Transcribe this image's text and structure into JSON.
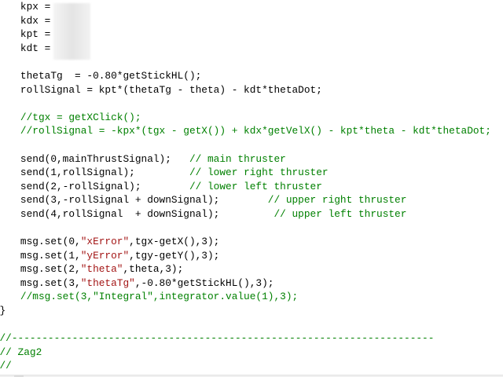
{
  "editor": {
    "lines": [
      {
        "indent": "    ",
        "parts": [
          {
            "t": "kpx = ",
            "c": ""
          }
        ]
      },
      {
        "indent": "    ",
        "parts": [
          {
            "t": "kdx = ",
            "c": ""
          }
        ]
      },
      {
        "indent": "    ",
        "parts": [
          {
            "t": "kpt = ",
            "c": ""
          }
        ]
      },
      {
        "indent": "    ",
        "parts": [
          {
            "t": "kdt = ",
            "c": ""
          }
        ]
      },
      {
        "indent": "",
        "parts": []
      },
      {
        "indent": "    ",
        "parts": [
          {
            "t": "thetaTg  = -0.80*getStickHL();",
            "c": ""
          }
        ]
      },
      {
        "indent": "    ",
        "parts": [
          {
            "t": "rollSignal = kpt*(thetaTg - theta) - kdt*thetaDot;",
            "c": ""
          }
        ]
      },
      {
        "indent": "",
        "parts": []
      },
      {
        "indent": "    ",
        "parts": [
          {
            "t": "//tgx = getXClick();",
            "c": "cm"
          }
        ]
      },
      {
        "indent": "    ",
        "parts": [
          {
            "t": "//rollSignal = -kpx*(tgx - getX()) + kdx*getVelX() - kpt*theta - kdt*thetaDot;",
            "c": "cm"
          }
        ]
      },
      {
        "indent": "",
        "parts": []
      },
      {
        "indent": "    ",
        "parts": [
          {
            "t": "send(0,mainThrustSignal);   ",
            "c": ""
          },
          {
            "t": "// main thruster",
            "c": "cm"
          }
        ]
      },
      {
        "indent": "    ",
        "parts": [
          {
            "t": "send(1,rollSignal);         ",
            "c": ""
          },
          {
            "t": "// lower right thruster",
            "c": "cm"
          }
        ]
      },
      {
        "indent": "    ",
        "parts": [
          {
            "t": "send(2,-rollSignal);        ",
            "c": ""
          },
          {
            "t": "// lower left thruster",
            "c": "cm"
          }
        ]
      },
      {
        "indent": "    ",
        "parts": [
          {
            "t": "send(3,-rollSignal + downSignal);        ",
            "c": ""
          },
          {
            "t": "// upper right thruster",
            "c": "cm"
          }
        ]
      },
      {
        "indent": "    ",
        "parts": [
          {
            "t": "send(4,rollSignal  + downSignal);         ",
            "c": ""
          },
          {
            "t": "// upper left thruster",
            "c": "cm"
          }
        ]
      },
      {
        "indent": "",
        "parts": []
      },
      {
        "indent": "    ",
        "parts": [
          {
            "t": "msg.set(0,",
            "c": ""
          },
          {
            "t": "\"xError\"",
            "c": "str"
          },
          {
            "t": ",tgx-getX(),3);",
            "c": ""
          }
        ]
      },
      {
        "indent": "    ",
        "parts": [
          {
            "t": "msg.set(1,",
            "c": ""
          },
          {
            "t": "\"yError\"",
            "c": "str"
          },
          {
            "t": ",tgy-getY(),3);",
            "c": ""
          }
        ]
      },
      {
        "indent": "    ",
        "parts": [
          {
            "t": "msg.set(2,",
            "c": ""
          },
          {
            "t": "\"theta\"",
            "c": "str"
          },
          {
            "t": ",theta,3);",
            "c": ""
          }
        ]
      },
      {
        "indent": "    ",
        "parts": [
          {
            "t": "msg.set(3,",
            "c": ""
          },
          {
            "t": "\"thetaTg\"",
            "c": "str"
          },
          {
            "t": ",-0.80*getStickHL(),3);",
            "c": ""
          }
        ]
      },
      {
        "indent": "    ",
        "parts": [
          {
            "t": "//msg.set(3,\"Integral\",integrator.value(1),3);",
            "c": "cm"
          }
        ]
      },
      {
        "indent": "",
        "parts": [
          {
            "t": "}",
            "c": ""
          }
        ]
      },
      {
        "indent": "",
        "parts": []
      },
      {
        "indent": "",
        "parts": [
          {
            "t": "//----------------------------------------------------------------------",
            "c": "cm"
          }
        ]
      },
      {
        "indent": "",
        "parts": [
          {
            "t": "// Zag2",
            "c": "cm"
          }
        ]
      },
      {
        "indent": "",
        "parts": [
          {
            "t": "//",
            "c": "cm"
          }
        ]
      }
    ]
  }
}
